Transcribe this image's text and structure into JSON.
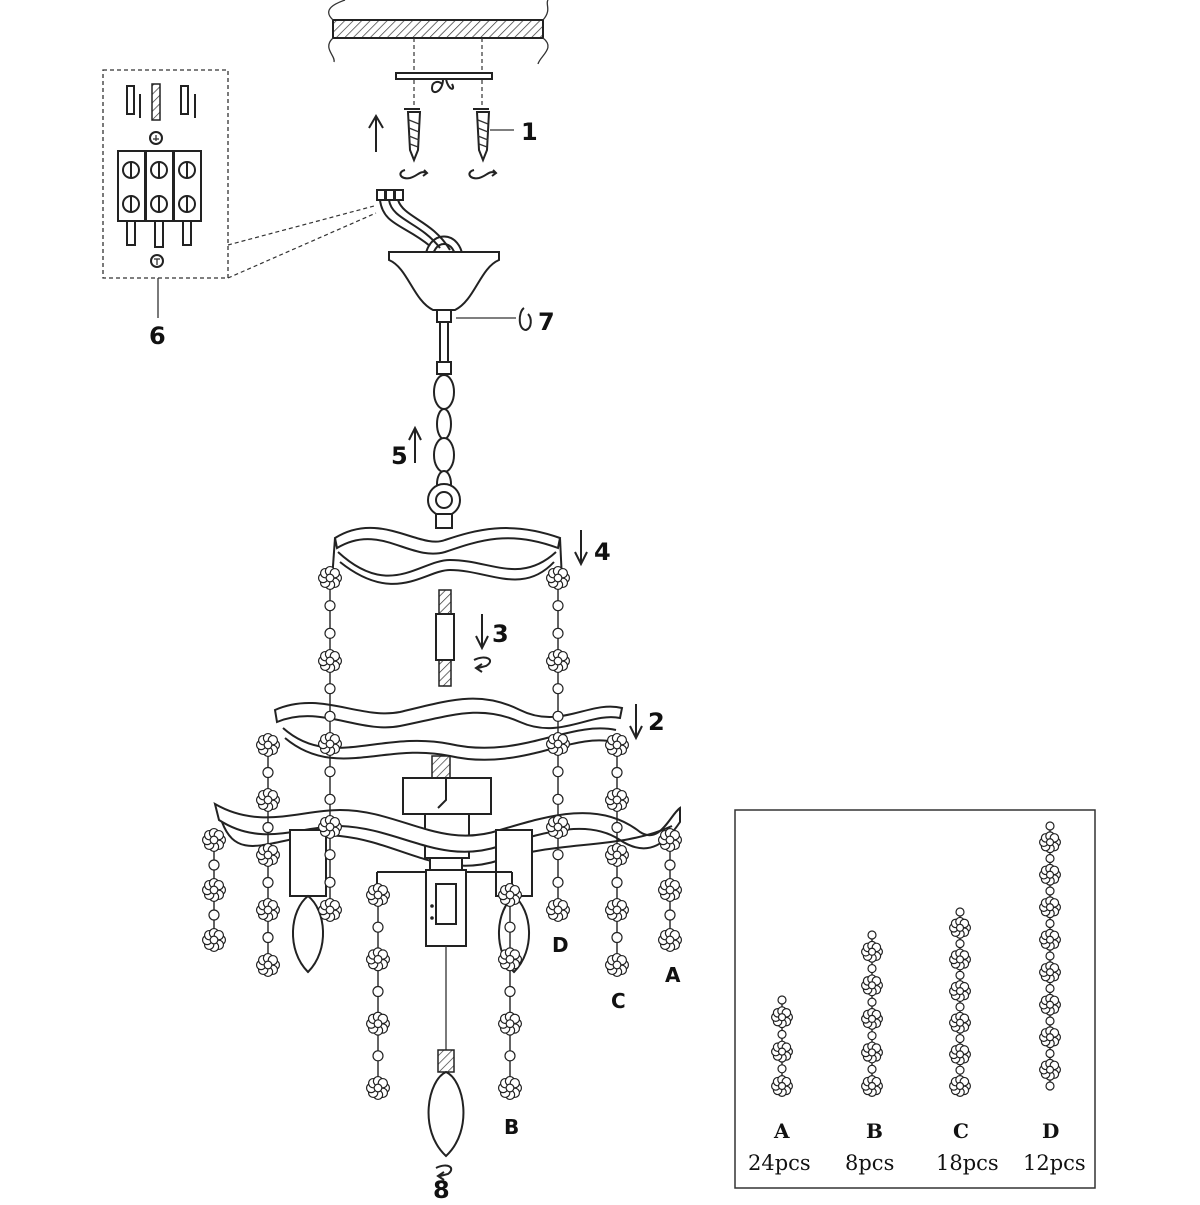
{
  "step_labels": {
    "s1": "1",
    "s2": "2",
    "s3": "3",
    "s4": "4",
    "s5": "5",
    "s6": "6",
    "s7": "7",
    "s8": "8"
  },
  "strand_labels": {
    "A": "A",
    "B": "B",
    "C": "C",
    "D": "D"
  },
  "legend": [
    {
      "letter": "A",
      "count": "24pcs"
    },
    {
      "letter": "B",
      "count": "8pcs"
    },
    {
      "letter": "C",
      "count": "18pcs"
    },
    {
      "letter": "D",
      "count": "12pcs"
    }
  ],
  "icons": {
    "ground": "ground-symbol-icon",
    "rotate": "rotate-arrow-icon",
    "direction": "direction-arrow-icon"
  }
}
